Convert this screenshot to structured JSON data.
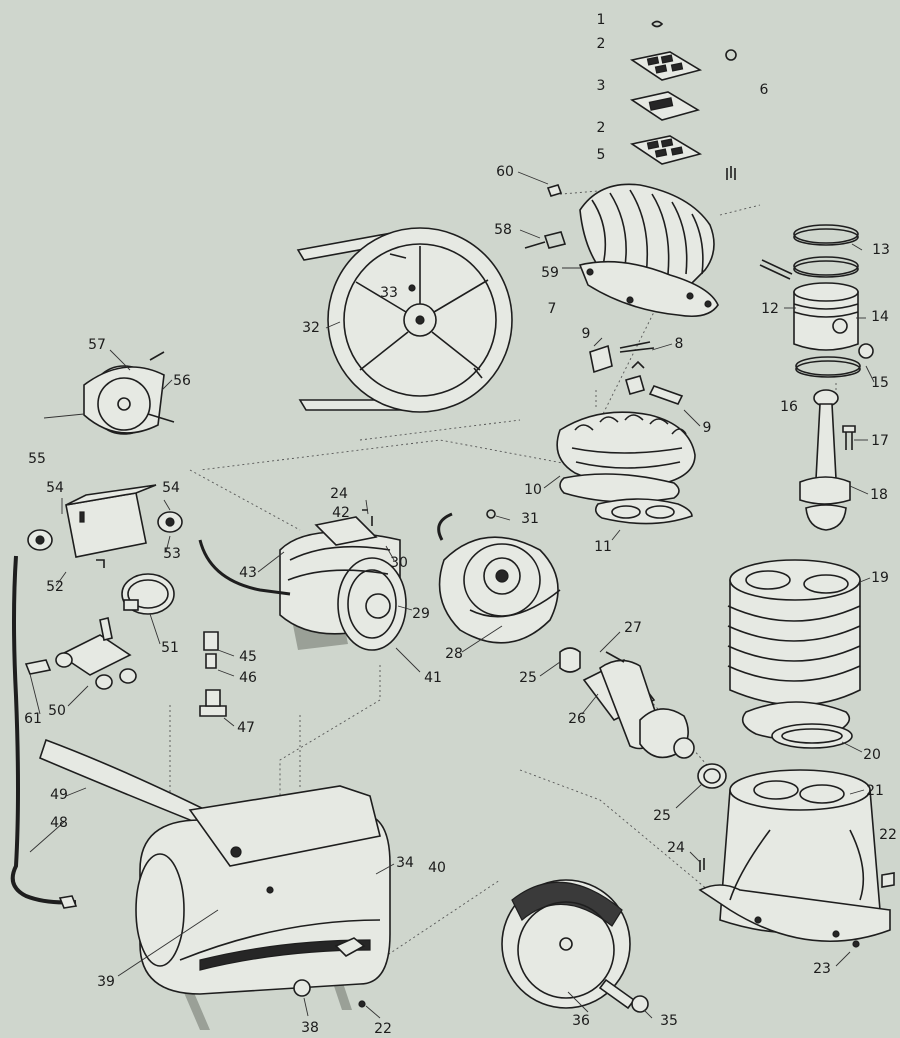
{
  "diagram": {
    "type": "exploded-parts-diagram",
    "subject": "air-compressor",
    "background_color": "#cfd6cd",
    "ink_color": "#1e1e1e",
    "labels": [
      {
        "id": "1",
        "text": "1"
      },
      {
        "id": "2a",
        "text": "2"
      },
      {
        "id": "3",
        "text": "3"
      },
      {
        "id": "2b",
        "text": "2"
      },
      {
        "id": "5",
        "text": "5"
      },
      {
        "id": "6",
        "text": "6"
      },
      {
        "id": "60",
        "text": "60"
      },
      {
        "id": "58",
        "text": "58"
      },
      {
        "id": "59",
        "text": "59"
      },
      {
        "id": "7",
        "text": "7"
      },
      {
        "id": "13",
        "text": "13"
      },
      {
        "id": "12",
        "text": "12"
      },
      {
        "id": "14",
        "text": "14"
      },
      {
        "id": "15",
        "text": "15"
      },
      {
        "id": "16",
        "text": "16"
      },
      {
        "id": "17",
        "text": "17"
      },
      {
        "id": "18",
        "text": "18"
      },
      {
        "id": "33",
        "text": "33"
      },
      {
        "id": "32",
        "text": "32"
      },
      {
        "id": "9a",
        "text": "9"
      },
      {
        "id": "8",
        "text": "8"
      },
      {
        "id": "9b",
        "text": "9"
      },
      {
        "id": "10",
        "text": "10"
      },
      {
        "id": "11",
        "text": "11"
      },
      {
        "id": "57",
        "text": "57"
      },
      {
        "id": "56",
        "text": "56"
      },
      {
        "id": "55",
        "text": "55"
      },
      {
        "id": "54a",
        "text": "54"
      },
      {
        "id": "54b",
        "text": "54"
      },
      {
        "id": "53",
        "text": "53"
      },
      {
        "id": "52",
        "text": "52"
      },
      {
        "id": "24a",
        "text": "24"
      },
      {
        "id": "42",
        "text": "42"
      },
      {
        "id": "31",
        "text": "31"
      },
      {
        "id": "30",
        "text": "30"
      },
      {
        "id": "43",
        "text": "43"
      },
      {
        "id": "29",
        "text": "29"
      },
      {
        "id": "41",
        "text": "41"
      },
      {
        "id": "28",
        "text": "28"
      },
      {
        "id": "51",
        "text": "51"
      },
      {
        "id": "45",
        "text": "45"
      },
      {
        "id": "46",
        "text": "46"
      },
      {
        "id": "47",
        "text": "47"
      },
      {
        "id": "50",
        "text": "50"
      },
      {
        "id": "61",
        "text": "61"
      },
      {
        "id": "27",
        "text": "27"
      },
      {
        "id": "25a",
        "text": "25"
      },
      {
        "id": "26",
        "text": "26"
      },
      {
        "id": "19",
        "text": "19"
      },
      {
        "id": "20",
        "text": "20"
      },
      {
        "id": "25b",
        "text": "25"
      },
      {
        "id": "21",
        "text": "21"
      },
      {
        "id": "22a",
        "text": "22"
      },
      {
        "id": "24b",
        "text": "24"
      },
      {
        "id": "23",
        "text": "23"
      },
      {
        "id": "49",
        "text": "49"
      },
      {
        "id": "48",
        "text": "48"
      },
      {
        "id": "34",
        "text": "34"
      },
      {
        "id": "40",
        "text": "40"
      },
      {
        "id": "39",
        "text": "39"
      },
      {
        "id": "38",
        "text": "38"
      },
      {
        "id": "22b",
        "text": "22"
      },
      {
        "id": "36",
        "text": "36"
      },
      {
        "id": "35",
        "text": "35"
      }
    ]
  }
}
